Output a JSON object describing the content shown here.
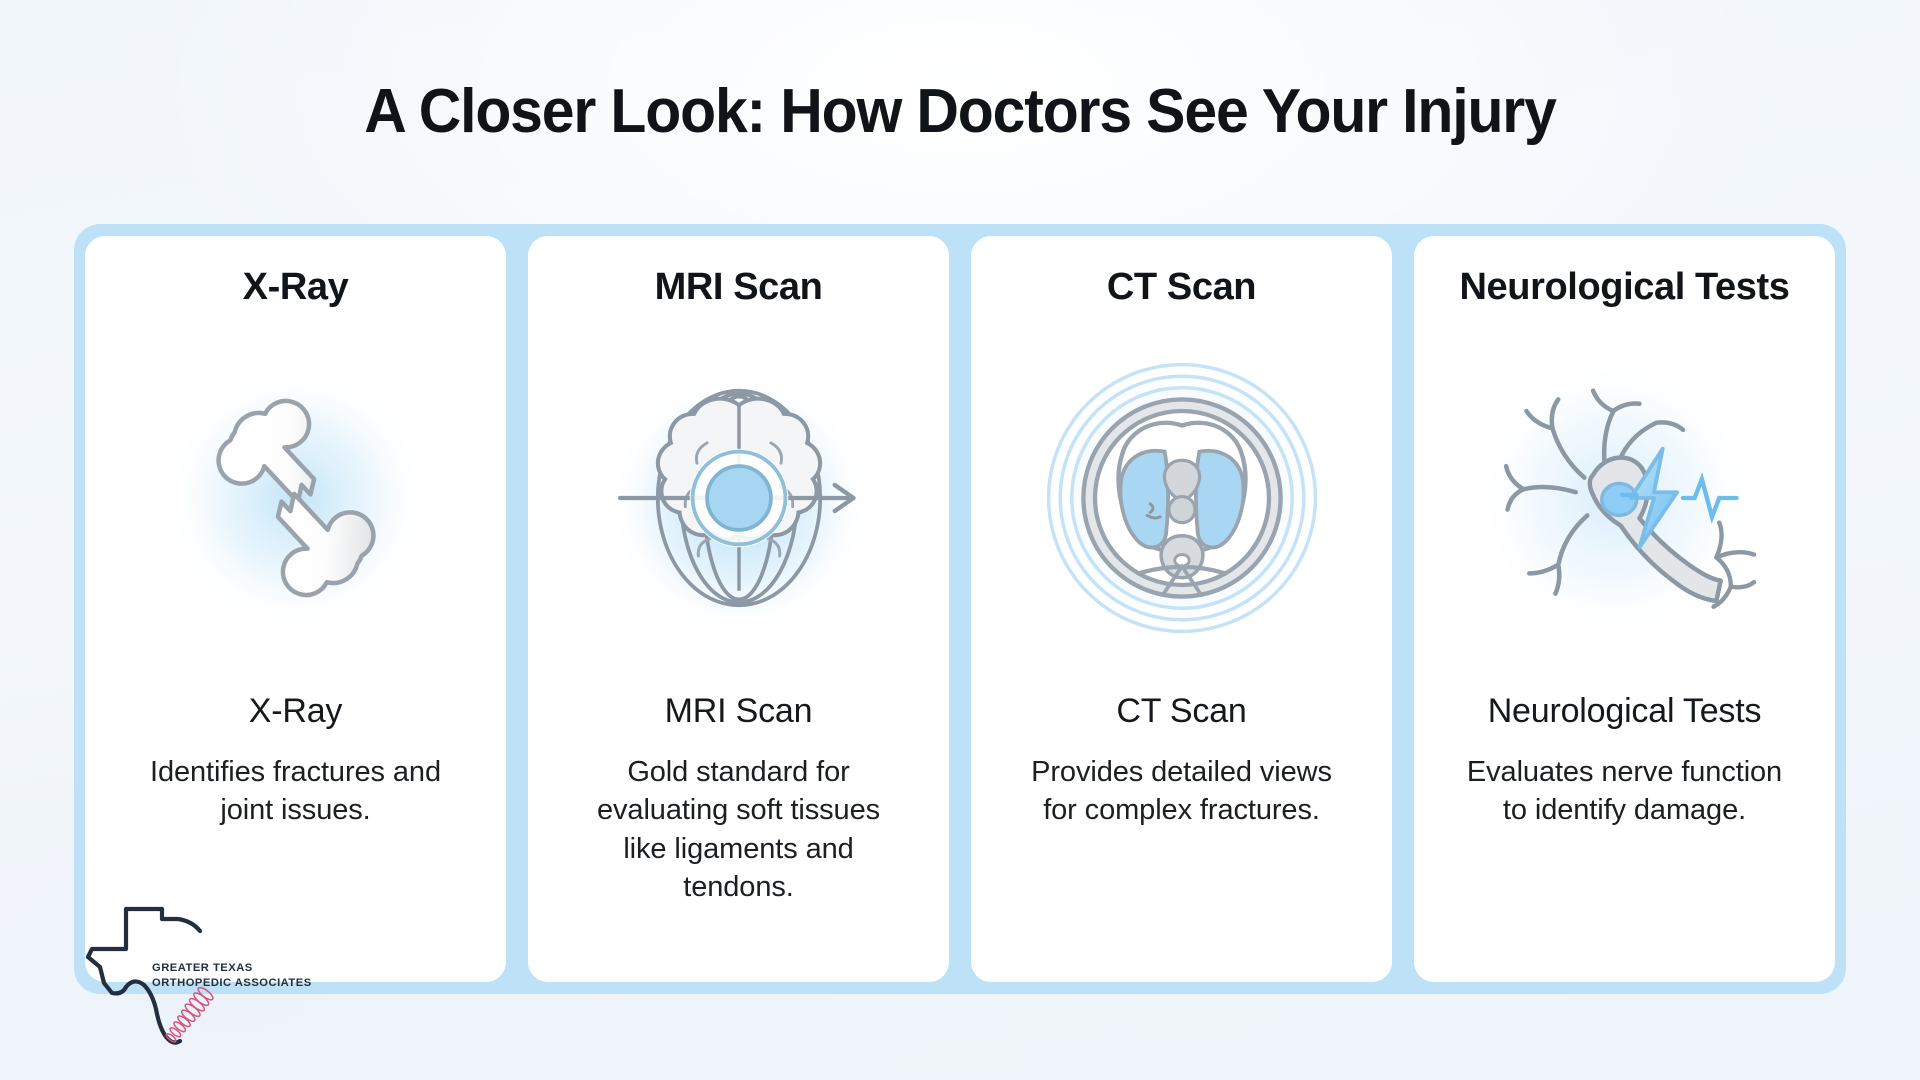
{
  "header": {
    "title": "A Closer Look: How Doctors See Your Injury"
  },
  "theme": {
    "page_background": "#f2f6fb",
    "container_blue": "#bde1f7",
    "card_background": "#ffffff",
    "title_color": "#101317",
    "icon_stroke": "#8c98a4",
    "icon_fill": "#e9ecef",
    "accent_blue": "#8ecdf5",
    "logo_navy": "#232f3e",
    "logo_spine_pink": "#d6557e"
  },
  "cards": [
    {
      "heading": "X-Ray",
      "icon": "fractured-bone-icon",
      "label": "X-Ray",
      "description": "Identifies fractures and joint issues."
    },
    {
      "heading": "MRI Scan",
      "icon": "brain-magnetic-field-icon",
      "label": "MRI Scan",
      "description": "Gold standard for evaluating soft tissues like ligaments and tendons."
    },
    {
      "heading": "CT Scan",
      "icon": "body-cross-section-scan-icon",
      "label": "CT Scan",
      "description": "Provides detailed views for complex fractures."
    },
    {
      "heading": "Neurological Tests",
      "icon": "neuron-lightning-icon",
      "label": "Neurological Tests",
      "description": "Evaluates nerve function to identify damage."
    }
  ],
  "logo": {
    "name": "greater-texas-orthopedic-associates-logo",
    "line1": "GREATER TEXAS",
    "line2": "ORTHOPEDIC  ASSOCIATES"
  }
}
